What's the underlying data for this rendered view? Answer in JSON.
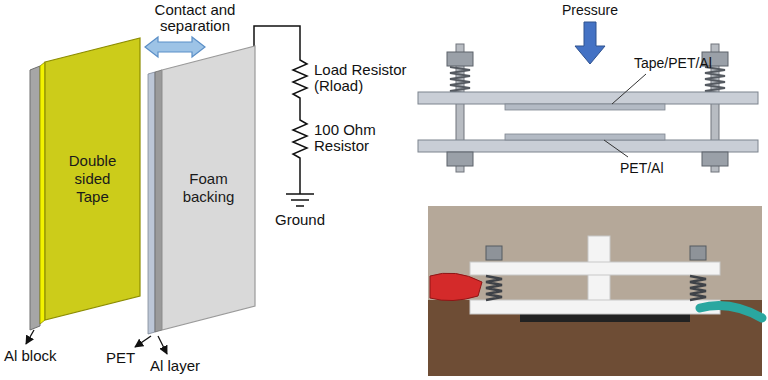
{
  "diagram": {
    "nodes": [
      {
        "text": [
          "Double sided Tape"
        ]
      },
      {
        "text": [
          "Foam backing"
        ]
      }
    ],
    "labels": [
      "Contact and separation",
      "Load Resistor (Rload)",
      "100 Ohm Resistor",
      "Ground",
      "Al block",
      "PET",
      "Al layer",
      "Pressure",
      "Tape/PET/Al",
      "PET/Al"
    ]
  }
}
